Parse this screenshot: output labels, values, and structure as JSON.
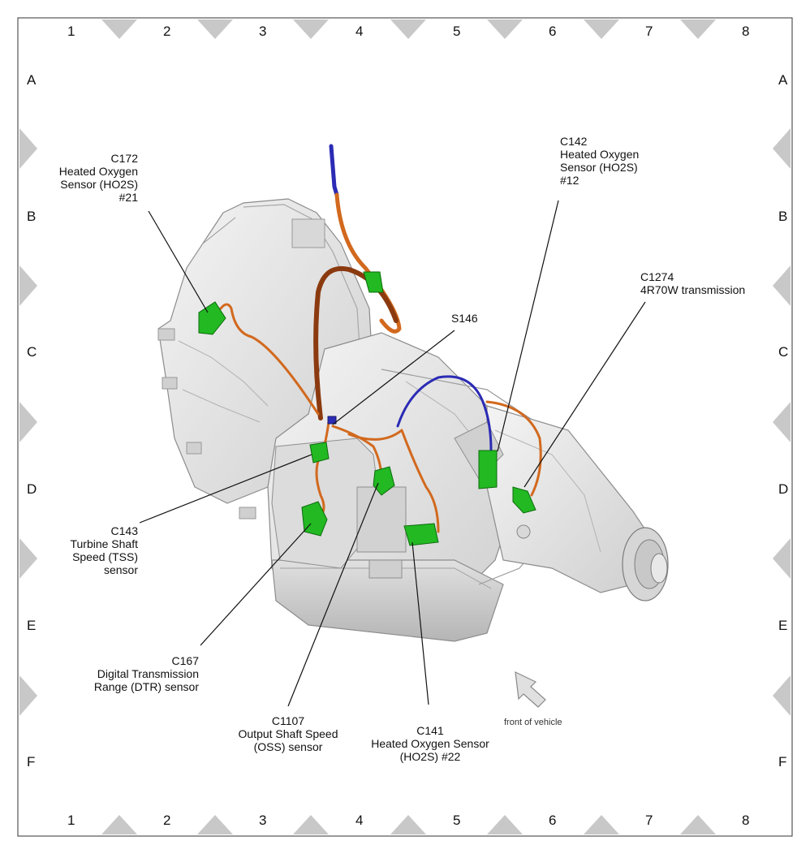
{
  "grid": {
    "columns": [
      "1",
      "2",
      "3",
      "4",
      "5",
      "6",
      "7",
      "8"
    ],
    "rows": [
      "A",
      "B",
      "C",
      "D",
      "E",
      "F"
    ]
  },
  "labels": {
    "c172": [
      "C172",
      "Heated Oxygen",
      "Sensor (HO2S)",
      "#21"
    ],
    "c142": [
      "C142",
      "Heated Oxygen",
      "Sensor (HO2S)",
      "#12"
    ],
    "c1274": [
      "C1274",
      "4R70W transmission"
    ],
    "s146": [
      "S146"
    ],
    "c143": [
      "C143",
      "Turbine Shaft",
      "Speed (TSS)",
      "sensor"
    ],
    "c167": [
      "C167",
      "Digital Transmission",
      "Range (DTR) sensor"
    ],
    "c1107": [
      "C1107",
      "Output Shaft Speed",
      "(OSS) sensor"
    ],
    "c141": [
      "C141",
      "Heated Oxygen Sensor",
      "(HO2S) #22"
    ],
    "front": [
      "front of vehicle"
    ]
  },
  "colors": {
    "frame_triangle": "#c8c8c8",
    "transmission_body": "#e4e4e4",
    "harness_orange": "#d2691e",
    "harness_brown": "#8b3a0f",
    "harness_blue": "#2b2bb5",
    "connector_green": "#22b922"
  }
}
